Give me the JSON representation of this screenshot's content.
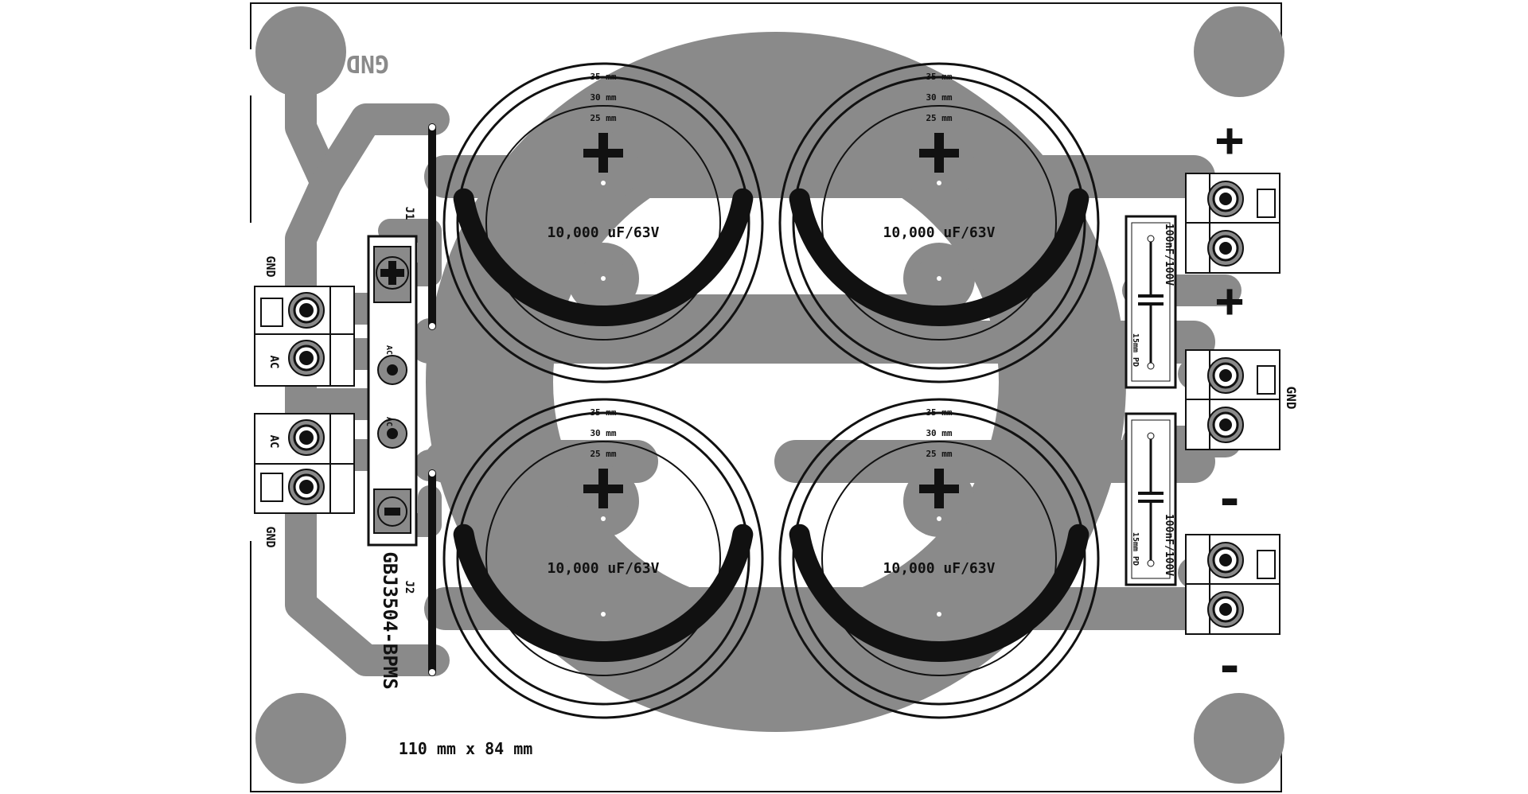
{
  "board": {
    "size_label": "110 mm x 84 mm",
    "part_label": "GBJ3504-BPMS",
    "gnd_label": "GND",
    "ac_label": "AC",
    "j1_label": "J1",
    "j2_label": "J2",
    "colors": {
      "copper": "#8a8a8a",
      "silk": "#111111",
      "background": "#ffffff"
    }
  },
  "capacitors": {
    "value_label": "10,000 uF/63V",
    "ring_labels": {
      "outer": "35 mm",
      "middle": "30 mm",
      "inner": "25 mm"
    },
    "plus_symbol": "+",
    "items": [
      "cap-top-left",
      "cap-top-right",
      "cap-bottom-left",
      "cap-bottom-right"
    ]
  },
  "small_caps": {
    "value_label": "100nF/100V",
    "pitch_label": "15mm PD"
  },
  "outputs": {
    "plus_symbol": "+",
    "minus_symbol": "-",
    "gnd_label": "GND"
  }
}
